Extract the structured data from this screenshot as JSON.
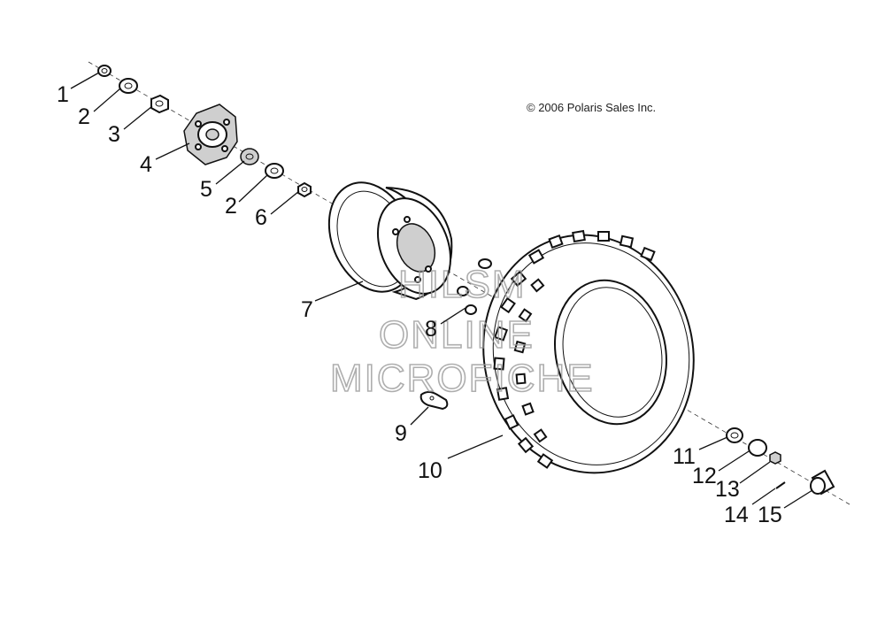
{
  "copyright": "© 2006 Polaris Sales Inc.",
  "watermark": [
    "HILSM",
    "ONLINE",
    "MICROFICHE"
  ],
  "callouts": [
    "1",
    "2",
    "3",
    "4",
    "5",
    "2",
    "6",
    "7",
    "8",
    "9",
    "10",
    "11",
    "12",
    "13",
    "14",
    "15"
  ]
}
